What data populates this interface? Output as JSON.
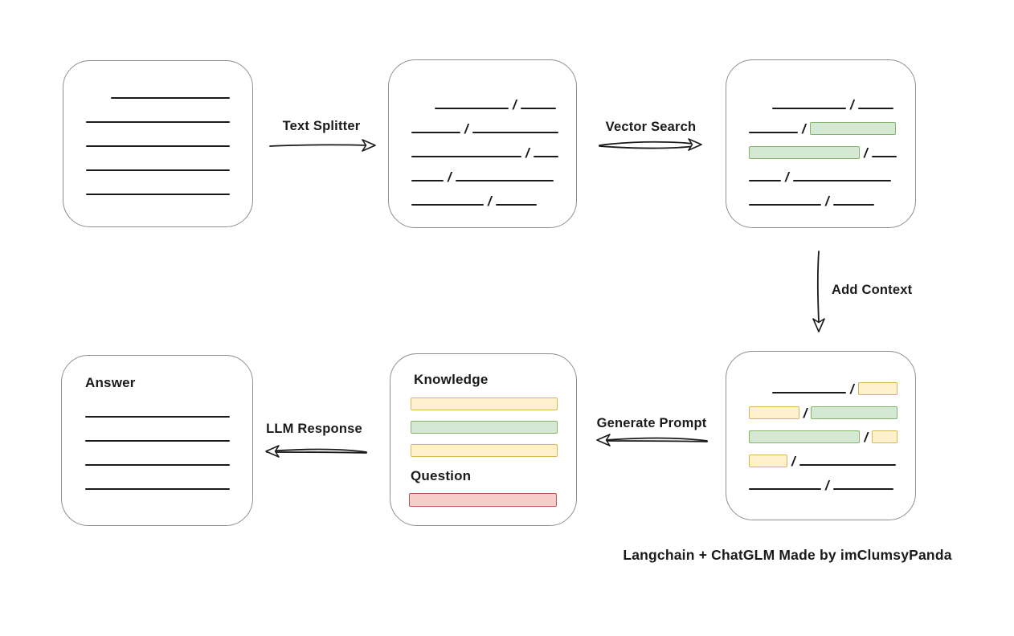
{
  "slash": "/",
  "footer": {
    "credit": "Langchain + ChatGLM Made by imClumsyPanda"
  },
  "labels": {
    "text_splitter": "Text Splitter",
    "vector_search": "Vector Search",
    "add_context": "Add Context",
    "generate_prompt": "Generate Prompt",
    "llm_response": "LLM Response"
  },
  "colors": {
    "line": "#1a1a1a",
    "box_border": "#8f8f8f",
    "green_fill": "#d5e8d4",
    "green_border": "#82b366",
    "yellow_fill": "#fff2cc",
    "yellow_border": "#d6b656",
    "red_fill": "#f8cecc",
    "red_border": "#b85450"
  },
  "boxes": {
    "document": {
      "lines": [
        {
          "indent": 31,
          "w": 148
        },
        {
          "w": 179
        },
        {
          "w": 179
        },
        {
          "w": 179
        },
        {
          "w": 179
        }
      ]
    },
    "split": {
      "rows": [
        {
          "indent": 29,
          "segments": [
            {
              "t": "line",
              "w": 92
            },
            {
              "t": "line",
              "w": 44
            }
          ]
        },
        {
          "segments": [
            {
              "t": "line",
              "w": 61
            },
            {
              "t": "line",
              "w": 107
            }
          ]
        },
        {
          "segments": [
            {
              "t": "line",
              "w": 137
            },
            {
              "t": "line",
              "w": 31
            }
          ]
        },
        {
          "segments": [
            {
              "t": "line",
              "w": 40
            },
            {
              "t": "line",
              "w": 122
            }
          ]
        },
        {
          "segments": [
            {
              "t": "line",
              "w": 90
            },
            {
              "t": "line",
              "w": 51
            }
          ]
        }
      ]
    },
    "searched": {
      "rows": [
        {
          "indent": 29,
          "segments": [
            {
              "t": "line",
              "w": 92
            },
            {
              "t": "line",
              "w": 44
            }
          ]
        },
        {
          "segments": [
            {
              "t": "line",
              "w": 61
            },
            {
              "t": "green",
              "w": 107
            }
          ]
        },
        {
          "segments": [
            {
              "t": "green",
              "w": 138
            },
            {
              "t": "line",
              "w": 31
            }
          ]
        },
        {
          "segments": [
            {
              "t": "line",
              "w": 40
            },
            {
              "t": "line",
              "w": 122
            }
          ]
        },
        {
          "segments": [
            {
              "t": "line",
              "w": 90
            },
            {
              "t": "line",
              "w": 51
            }
          ]
        }
      ]
    },
    "context": {
      "rows": [
        {
          "indent": 29,
          "segments": [
            {
              "t": "line",
              "w": 92
            },
            {
              "t": "yellow",
              "w": 49
            }
          ]
        },
        {
          "segments": [
            {
              "t": "yellow",
              "w": 63
            },
            {
              "t": "green",
              "w": 108
            }
          ]
        },
        {
          "segments": [
            {
              "t": "green",
              "w": 139
            },
            {
              "t": "yellow",
              "w": 32
            }
          ]
        },
        {
          "segments": [
            {
              "t": "yellow",
              "w": 48
            },
            {
              "t": "line",
              "w": 120
            }
          ]
        },
        {
          "segments": [
            {
              "t": "line",
              "w": 90
            },
            {
              "t": "line",
              "w": 75
            }
          ]
        }
      ]
    },
    "prompt": {
      "knowledge_title": "Knowledge",
      "question_title": "Question",
      "knowledge_bars": [
        "yellow",
        "green",
        "yellow"
      ],
      "question_bar": "red"
    },
    "answer": {
      "title": "Answer",
      "lines": [
        {
          "w": 180
        },
        {
          "w": 180
        },
        {
          "w": 180
        },
        {
          "w": 180
        }
      ]
    }
  }
}
